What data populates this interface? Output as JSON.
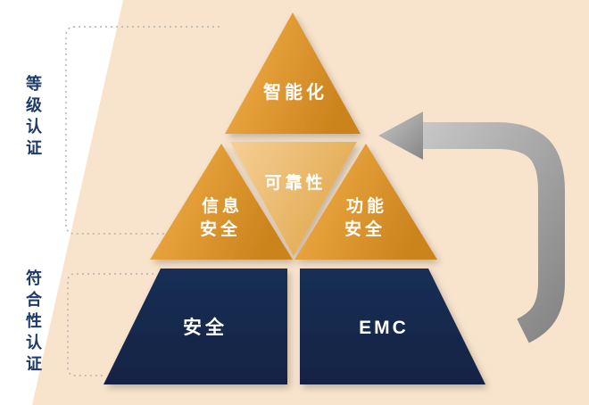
{
  "diagram": {
    "pyramid": {
      "top_label": "智能化",
      "center_label": "可靠性",
      "mid_left_label": "信息\n安全",
      "mid_right_label": "功能\n安全",
      "bottom_left_label": "安全",
      "bottom_right_label": "EMC"
    },
    "side_labels": {
      "upper": "等级认证",
      "lower": "符合性认证"
    },
    "colors": {
      "gold": "#e9a23b",
      "gold_dark": "#cb831c",
      "light_gold": "#f0c483",
      "navy": "#16294d",
      "peach_background": "#f8e4cd",
      "arrow_gray": "#9a9a9a",
      "dotted_line": "#b3b0ad",
      "side_label_text": "#1e3a68"
    }
  }
}
